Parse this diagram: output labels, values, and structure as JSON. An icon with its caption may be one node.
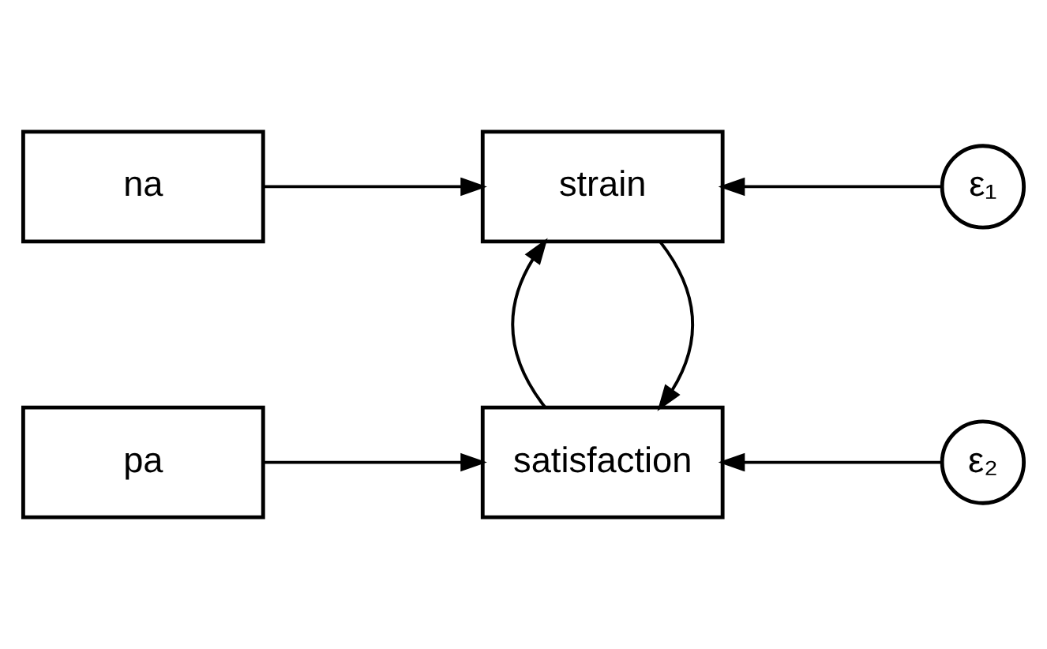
{
  "diagram": {
    "nodes": [
      {
        "text": [
          "na"
        ]
      },
      {
        "text": [
          "strain"
        ]
      },
      {
        "text": [
          "ε₁"
        ]
      },
      {
        "text": [
          "satisfaction"
        ]
      },
      {
        "text": [
          "ε₂"
        ]
      },
      {
        "text": [
          "pa"
        ]
      }
    ],
    "edges": [
      {
        "from": 0,
        "to": 1,
        "arrow": "to"
      },
      {
        "from": 2,
        "to": 1,
        "arrow": "to"
      },
      {
        "from": 1,
        "to": 3,
        "arrow": "to"
      },
      {
        "from": 3,
        "to": 1,
        "arrow": "to"
      },
      {
        "from": 5,
        "to": 3,
        "arrow": "to"
      },
      {
        "from": 4,
        "to": 3,
        "arrow": "to"
      }
    ]
  }
}
